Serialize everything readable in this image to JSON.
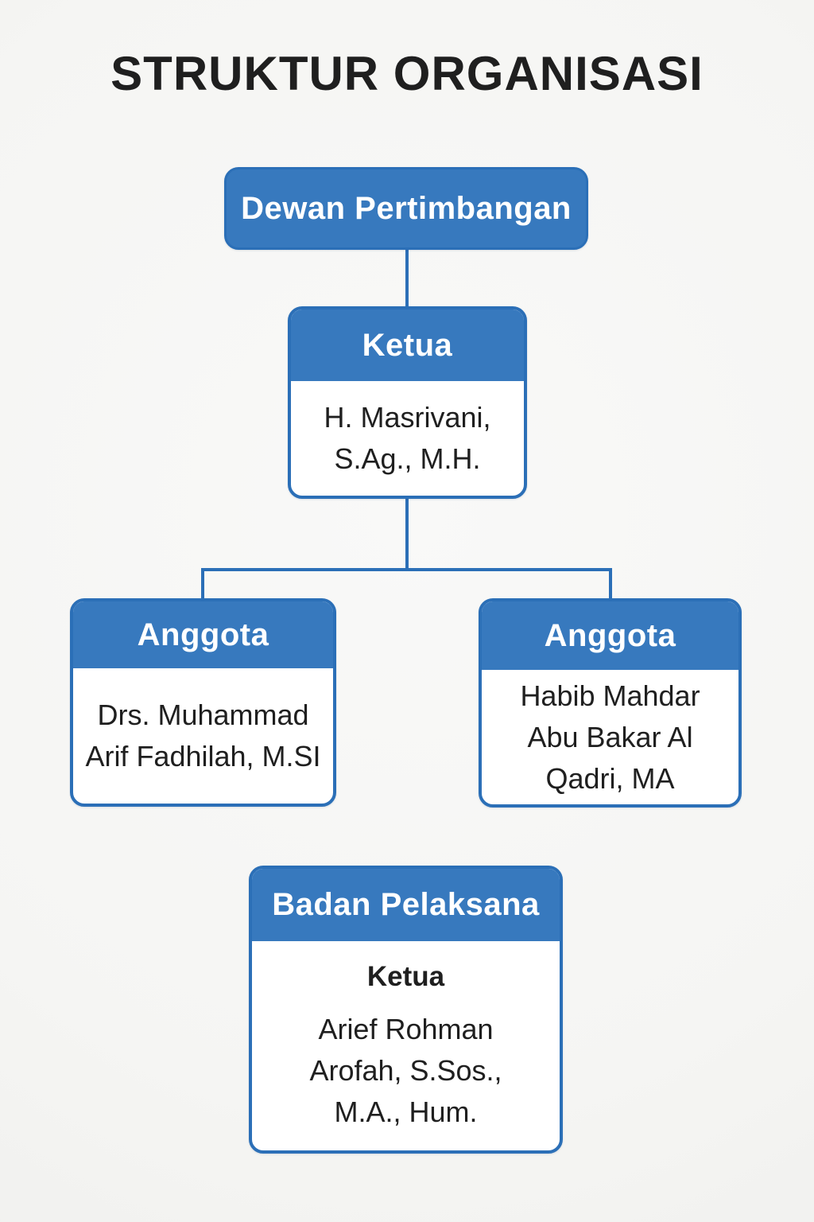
{
  "title": "STRUKTUR ORGANISASI",
  "colors": {
    "accent": "#3779BE",
    "accent_border": "#2B6FB7",
    "connector": "#2B6FB7",
    "text": "#1F1F1F",
    "header_text": "#FFFFFF",
    "card_bg": "#FFFFFF",
    "page_bg": "#F5F5F3"
  },
  "org": {
    "dewan_pertimbangan": {
      "label": "Dewan Pertimbangan"
    },
    "ketua": {
      "header": "Ketua",
      "name": "H. Masrivani, S.Ag., M.H.",
      "name_lines": [
        "H. Masrivani,",
        "S.Ag., M.H."
      ]
    },
    "anggota_left": {
      "header": "Anggota",
      "name": "Drs. Muhammad Arif Fadhilah, M.SI",
      "name_lines": [
        "Drs. Muhammad",
        "Arif Fadhilah, M.SI"
      ]
    },
    "anggota_right": {
      "header": "Anggota",
      "name": "Habib Mahdar Abu Bakar Al Qadri, MA",
      "name_lines": [
        "Habib Mahdar",
        "Abu Bakar Al",
        "Qadri, MA"
      ]
    },
    "badan_pelaksana": {
      "header": "Badan Pelaksana",
      "role": "Ketua",
      "name": "Arief Rohman Arofah, S.Sos., M.A., Hum.",
      "name_lines": [
        "Arief Rohman",
        "Arofah, S.Sos.,",
        "M.A., Hum."
      ]
    }
  }
}
